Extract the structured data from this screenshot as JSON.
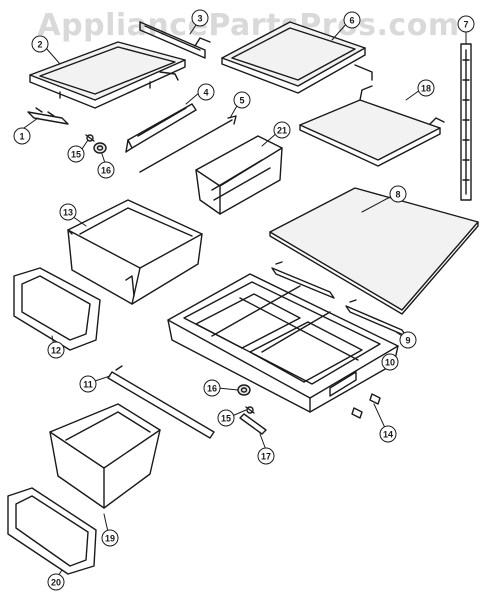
{
  "watermark": "AppliancePartsPros.com",
  "callouts": [
    "1",
    "2",
    "3",
    "4",
    "5",
    "6",
    "7",
    "8",
    "9",
    "10",
    "11",
    "12",
    "13",
    "14",
    "15",
    "16",
    "17",
    "18",
    "19",
    "20",
    "21"
  ],
  "colors": {
    "ink": "#1a1a1a",
    "paper": "#ffffff",
    "watermark": "#d9d9d9",
    "glass": "#f2f2f2"
  }
}
